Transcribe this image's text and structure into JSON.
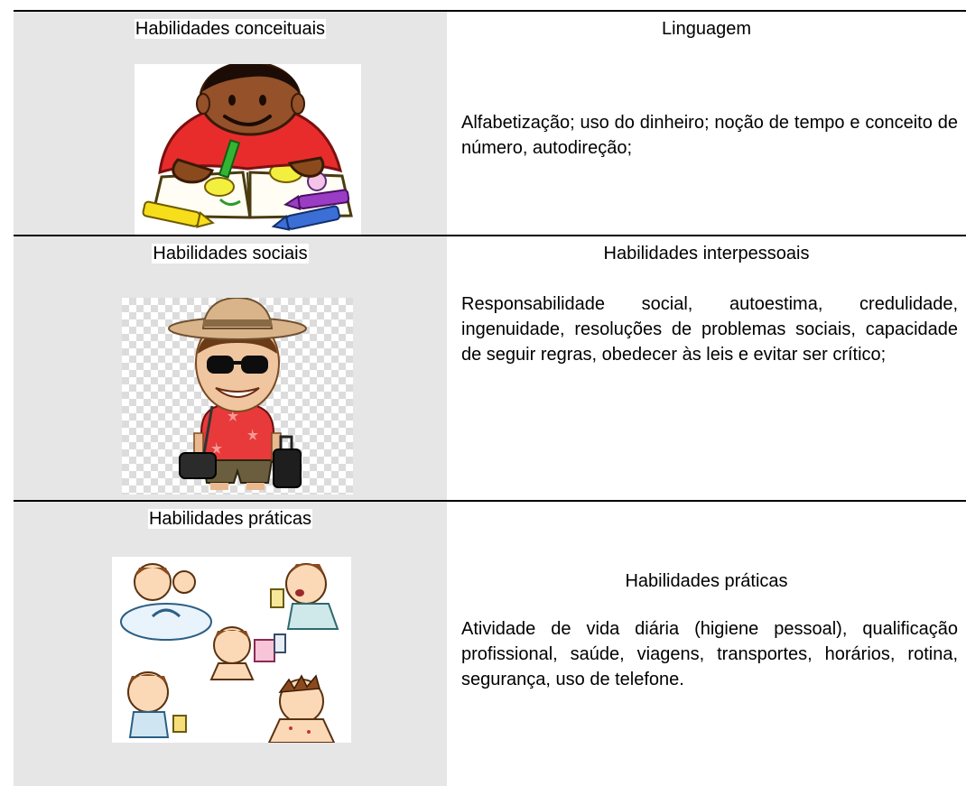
{
  "rows": [
    {
      "left_title": "Habilidades conceituais",
      "right_title": "Linguagem",
      "description": "Alfabetização; uso do dinheiro; noção de tempo e conceito de número, autodireção;",
      "illustration": "child-drawing-with-crayons-illustration"
    },
    {
      "left_title": "Habilidades sociais",
      "right_title": "Habilidades interpessoais",
      "description": "Responsabilidade social, autoestima, credulidade, ingenuidade, resoluções de problemas sociais, capacidade de seguir regras, obedecer às leis e evitar ser crítico;",
      "illustration": "traveler-with-hat-and-suitcase-illustration"
    },
    {
      "left_title": "Habilidades práticas",
      "right_title": "Habilidades práticas",
      "description": "Atividade de vida diária (higiene pessoal), qualificação profissional, saúde, viagens, transportes, horários, rotina, segurança, uso de telefone.",
      "illustration": "boy-personal-hygiene-routine-illustration"
    }
  ],
  "colors": {
    "left_column_bg": "#e6e6e6",
    "right_column_bg": "#ffffff",
    "border": "#000000"
  }
}
